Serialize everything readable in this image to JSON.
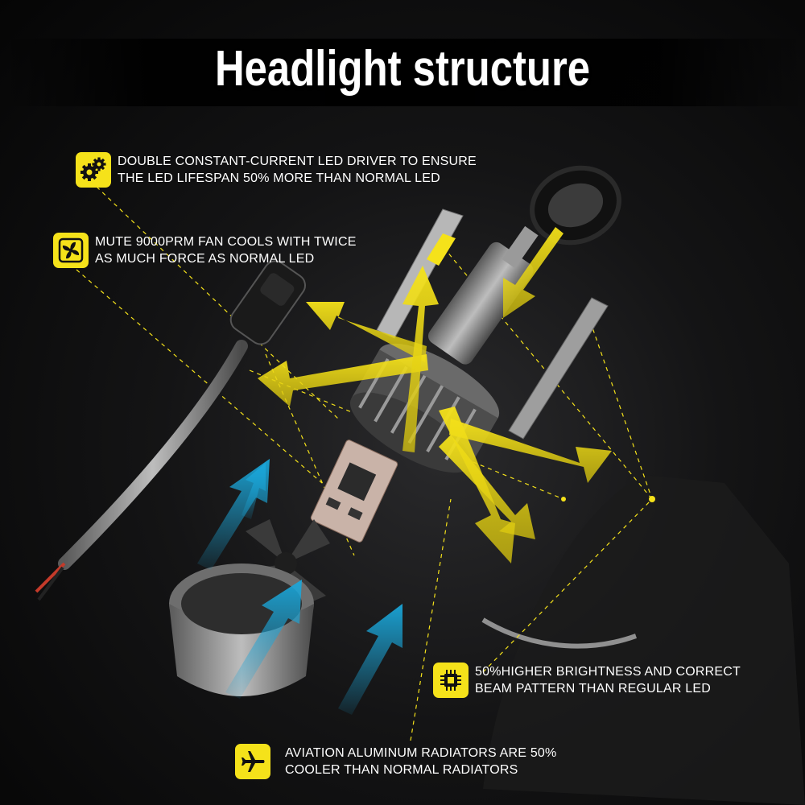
{
  "title": "Headlight structure",
  "features": [
    {
      "icon": "gears-icon",
      "line1": "DOUBLE CONSTANT-CURRENT LED DRIVER TO ENSURE",
      "line2": "THE LED LIFESPAN 50% MORE THAN NORMAL LED"
    },
    {
      "icon": "fan-icon",
      "line1": "MUTE 9000PRM FAN COOLS WITH TWICE",
      "line2": "AS MUCH FORCE AS NORMAL LED"
    },
    {
      "icon": "chip-icon",
      "line1": "50%HIGHER BRIGHTNESS AND CORRECT",
      "line2": "BEAM PATTERN THAN REGULAR LED"
    },
    {
      "icon": "airplane-icon",
      "line1": "AVIATION ALUMINUM RADIATORS ARE 50%",
      "line2": "COOLER THAN NORMAL RADIATORS"
    }
  ],
  "colors": {
    "accent_yellow": "#f5e21a",
    "airflow_blue": "#1aa6d9",
    "text": "#ffffff"
  }
}
